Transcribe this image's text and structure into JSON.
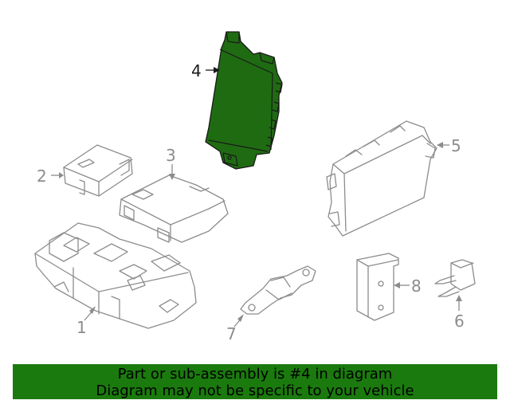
{
  "diagram": {
    "highlighted_part": "4",
    "colors": {
      "highlight": "#1f6b12",
      "banner": "#1b7a0e",
      "line": "#8c8c8c"
    },
    "callouts": [
      {
        "id": "1",
        "label": "1"
      },
      {
        "id": "2",
        "label": "2"
      },
      {
        "id": "3",
        "label": "3"
      },
      {
        "id": "4",
        "label": "4"
      },
      {
        "id": "5",
        "label": "5"
      },
      {
        "id": "6",
        "label": "6"
      },
      {
        "id": "7",
        "label": "7"
      },
      {
        "id": "8",
        "label": "8"
      }
    ]
  },
  "banner": {
    "line1": "Part or sub-assembly is #4 in diagram",
    "line2": "Diagram may not be specific to your vehicle"
  }
}
